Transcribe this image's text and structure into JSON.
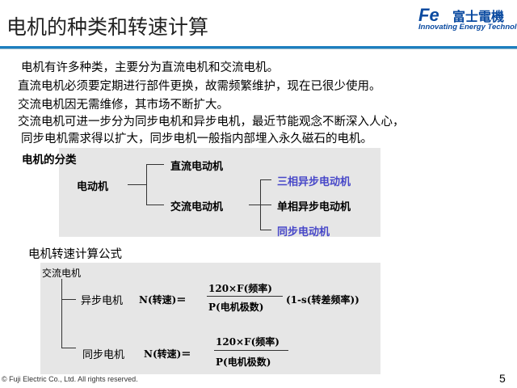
{
  "title": "电机的种类和转速计算",
  "logo": {
    "mark": "Fe",
    "company": "富士電機",
    "tagline": "Innovating Energy Technology"
  },
  "paragraphs": [
    "电机有许多种类，主要分为直流电机和交流电机。",
    "直流电机必须要定期进行部件更换，故需频繁维护，现在已很少使用。",
    "交流电机因无需维修，其市场不断扩大。",
    "交流电机可进一步分为同步电机和异步电机，最近节能观念不断深入人心，",
    "同步电机需求得以扩大，同步电机一般指内部埋入永久磁石的电机。"
  ],
  "classification": {
    "label": "电机的分类",
    "root": "电动机",
    "dc": "直流电动机",
    "ac": "交流电动机",
    "ac_types": [
      "三相异步电动机",
      "单相异步电动机",
      "同步电动机"
    ],
    "highlight_color": "#4747c8"
  },
  "formula": {
    "label": "电机转速计算公式",
    "root": "交流电机",
    "async": {
      "name": "异步电机",
      "lhs": "N(转速)＝",
      "num": "120×F(频率)",
      "den": "P(电机极数)",
      "factor": "(1-s(转差频率))"
    },
    "sync": {
      "name": "同步电机",
      "lhs": "N(转速)＝",
      "num": "120×F(频率)",
      "den": "P(电机极数)"
    }
  },
  "footer": "© Fuji Electric Co., Ltd. All rights reserved.",
  "page_number": "5"
}
